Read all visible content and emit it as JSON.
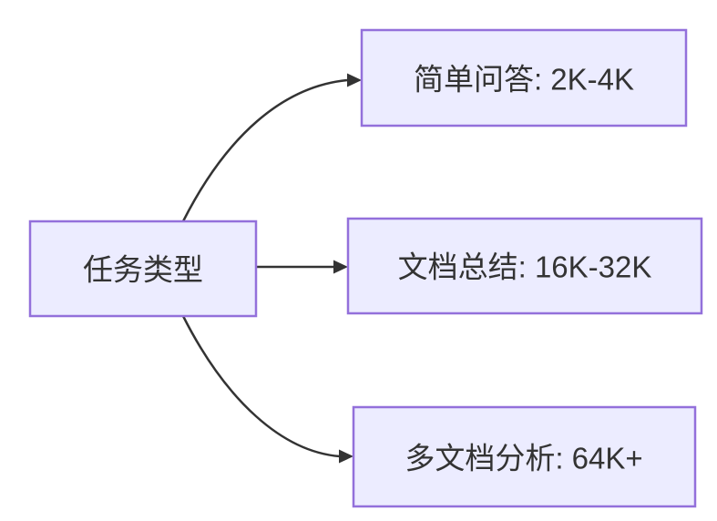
{
  "diagram": {
    "type": "flowchart",
    "direction": "left-to-right",
    "root_node": {
      "id": "task-type",
      "label": "任务类型"
    },
    "leaf_nodes": [
      {
        "id": "simple-qa",
        "label": "简单问答: 2K-4K"
      },
      {
        "id": "doc-summary",
        "label": "文档总结: 16K-32K"
      },
      {
        "id": "multi-doc",
        "label": "多文档分析: 64K+"
      }
    ],
    "edges": [
      {
        "from": "task-type",
        "to": "simple-qa"
      },
      {
        "from": "task-type",
        "to": "doc-summary"
      },
      {
        "from": "task-type",
        "to": "multi-doc"
      }
    ],
    "style": {
      "background": "#ffffff",
      "node_fill": "#ECECFF",
      "node_border": "#9370DB",
      "edge_color": "#333333",
      "text_color": "#333333"
    }
  }
}
